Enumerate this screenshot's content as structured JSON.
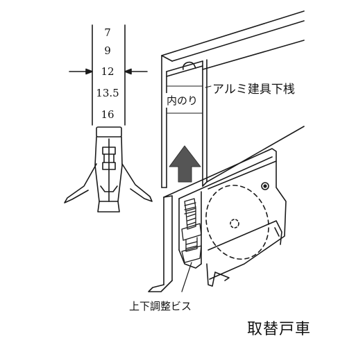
{
  "sizes": [
    "7",
    "9",
    "12",
    "13.5",
    "16"
  ],
  "labels": {
    "sill": "アルミ建具下桟",
    "clear_width": "内のり",
    "screw": "上下調整ビス",
    "title": "取替戸車"
  },
  "colors": {
    "line": "#1a1a1a",
    "arrow": "#555555",
    "background": "#ffffff"
  },
  "icons": [
    "up-arrow-icon",
    "dimension-arrow-icon",
    "adjust-screw-icon",
    "rivet-icon"
  ]
}
